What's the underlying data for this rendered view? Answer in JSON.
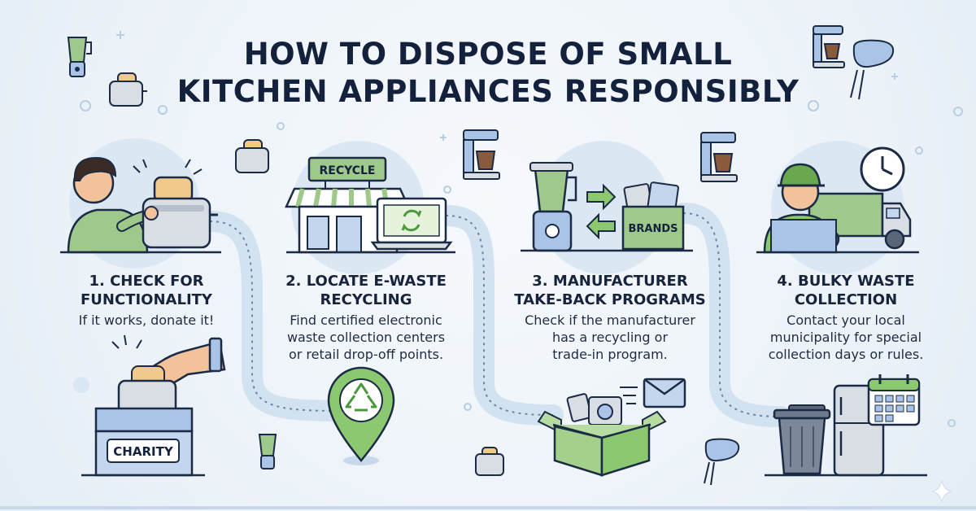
{
  "title": {
    "line1": "HOW TO DISPOSE OF SMALL",
    "line2": "KITCHEN APPLIANCES RESPONSIBLY"
  },
  "steps": [
    {
      "title_line1": "1. CHECK FOR",
      "title_line2": "FUNCTIONALITY",
      "desc": [
        "If it works, donate it!"
      ],
      "sign": "CHARITY"
    },
    {
      "title_line1": "2. LOCATE E-WASTE",
      "title_line2": "RECYCLING",
      "desc": [
        "Find certified electronic",
        "waste collection centers",
        "or retail drop-off points."
      ],
      "sign": "RECYCLE"
    },
    {
      "title_line1": "3. MANUFACTURER",
      "title_line2": "TAKE-BACK PROGRAMS",
      "desc": [
        "Check if the manufacturer",
        "has a recycling or",
        "trade-in program."
      ],
      "sign": "BRANDS"
    },
    {
      "title_line1": "4. BULKY WASTE",
      "title_line2": "COLLECTION",
      "desc": [
        "Contact your local",
        "municipality for special",
        "collection days or rules."
      ]
    }
  ],
  "colors": {
    "navy": "#14213d",
    "green": "#8cc870",
    "blue": "#a9c4e6",
    "outline": "#1c2b45",
    "path": "#c6d8ea"
  }
}
